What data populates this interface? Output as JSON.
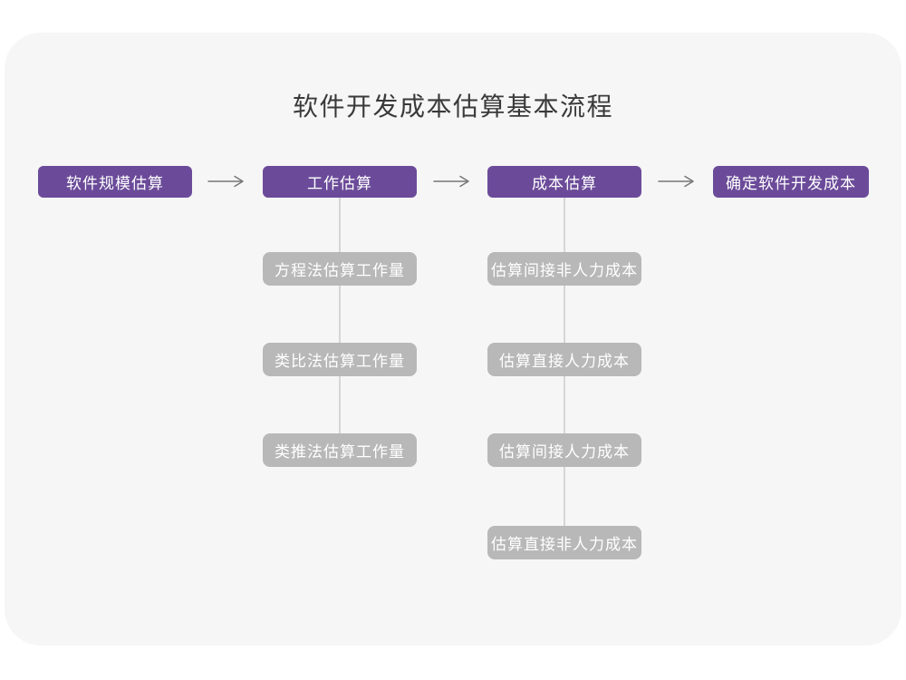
{
  "title": "软件开发成本估算基本流程",
  "colors": {
    "accent_purple": "#6b4b99",
    "muted_gray": "#b8b8b8",
    "card_background": "#f6f6f6",
    "connector_line": "#d6d6d6",
    "arrow": "#777777",
    "title_text": "#3a3a3a"
  },
  "flow": {
    "stages": [
      {
        "label": "软件规模估算"
      },
      {
        "label": "工作估算"
      },
      {
        "label": "成本估算"
      },
      {
        "label": "确定软件开发成本"
      }
    ],
    "work_estimation_methods": [
      "方程法估算工作量",
      "类比法估算工作量",
      "类推法估算工作量"
    ],
    "cost_estimation_components": [
      "估算间接非人力成本",
      "估算直接人力成本",
      "估算间接人力成本",
      "估算直接非人力成本"
    ]
  }
}
